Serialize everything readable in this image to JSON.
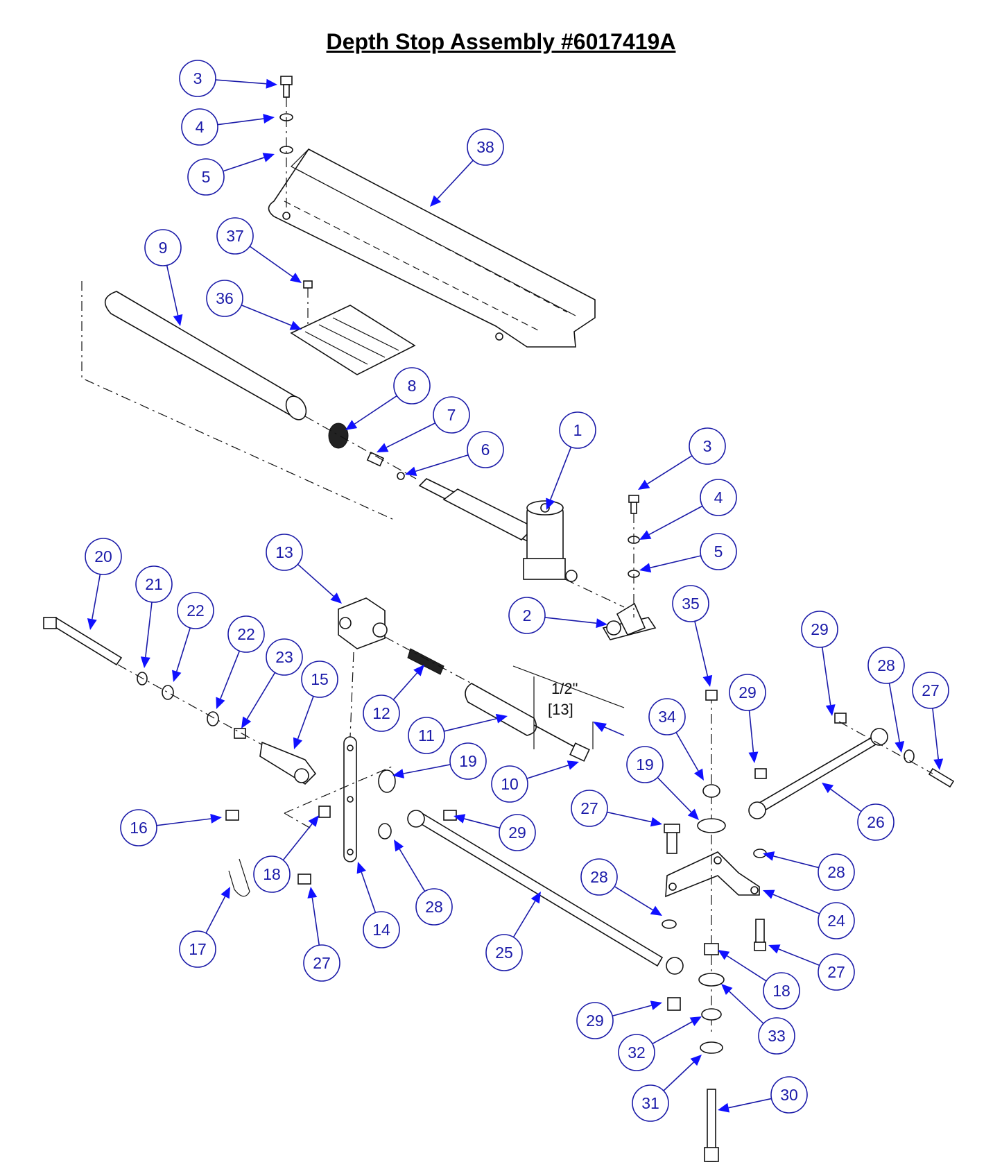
{
  "title": "Depth Stop Assembly #6017419A",
  "dimension": {
    "imperial": "1/2\"",
    "metric": "[13]"
  },
  "callouts": [
    "1",
    "2",
    "3",
    "3",
    "4",
    "4",
    "5",
    "5",
    "6",
    "7",
    "8",
    "9",
    "10",
    "11",
    "12",
    "13",
    "14",
    "15",
    "16",
    "17",
    "18",
    "18",
    "19",
    "19",
    "20",
    "21",
    "22",
    "22",
    "23",
    "24",
    "25",
    "26",
    "27",
    "27",
    "27",
    "27",
    "28",
    "28",
    "28",
    "28",
    "29",
    "29",
    "29",
    "29",
    "30",
    "31",
    "32",
    "33",
    "34",
    "35",
    "36",
    "37",
    "38"
  ],
  "colors": {
    "callout_stroke": "#1a1aa8",
    "arrow": "#1010ff",
    "line": "#111111"
  }
}
